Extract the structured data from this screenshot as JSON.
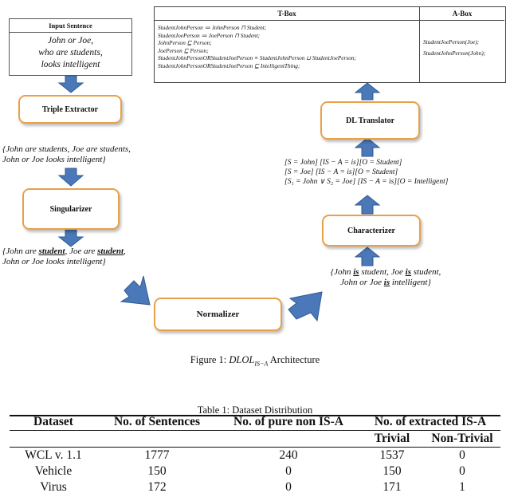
{
  "diagram": {
    "input_box": {
      "title": "Input Sentence",
      "lines": [
        "John or Joe,",
        "who are students,",
        "looks intelligent"
      ]
    },
    "triple_extractor": "Triple Extractor",
    "triples_text": [
      "{John are students, Joe are students,",
      "John or Joe looks intelligent}"
    ],
    "singularizer": "Singularizer",
    "singular_text": {
      "line1_a": "{John are ",
      "line1_b": "student",
      "line1_c": ", Joe are ",
      "line1_d": "student",
      "line1_e": ",",
      "line2": "John or Joe looks intelligent}"
    },
    "normalizer": "Normalizer",
    "normalized_text": {
      "line1_a": "{John ",
      "line1_b": "is",
      "line1_c": " student, Joe ",
      "line1_d": "is",
      "line1_e": " student,",
      "line2_a": "John or Joe ",
      "line2_b": "is",
      "line2_c": " intelligent}"
    },
    "characterizer": "Characterizer",
    "characterized": [
      "[S = John] [IS − A = is][O = Student]",
      "[S = Joe] [IS − A = is][O = Student]",
      "[S₁ = John ∨ S₂ = Joe] [IS − A = is][O = Intelligent]"
    ],
    "dl_translator": "DL Translator",
    "tbox": {
      "header": "T-Box",
      "lines": [
        "StudentJohnPerson ≔ JohnPerson ⊓ Student;",
        "StudentJoePerson ≔ JoePerson ⊓ Student;",
        "JohnPerson ⊑ Person;",
        "JoePerson ⊑ Person;",
        "StudentJohnPersonORStudentJoePerson ≡ StudentJohnPerson ⊔ StudentJoePerson;",
        "StudentJohnPersonORStudentJoePerson ⊑ IntelligentThing;"
      ]
    },
    "abox": {
      "header": "A-Box",
      "lines": [
        "StudentJoePerson(Joe);",
        "StudentJohnPerson(John);"
      ]
    }
  },
  "figure_caption": {
    "prefix": "Figure 1: ",
    "name": "DLOL",
    "subscript": "IS−A",
    "suffix": " Architecture"
  },
  "table": {
    "caption": "Table 1: Dataset Distribution",
    "headers": [
      "Dataset",
      "No. of Sentences",
      "No. of pure non IS-A",
      "No. of extracted IS-A"
    ],
    "subheaders": [
      "Trivial",
      "Non-Trivial"
    ],
    "rows": [
      [
        "WCL v. 1.1",
        "1777",
        "240",
        "1537",
        "0"
      ],
      [
        "Vehicle",
        "150",
        "0",
        "150",
        "0"
      ],
      [
        "Virus",
        "172",
        "0",
        "171",
        "1"
      ]
    ]
  },
  "colors": {
    "box_border": "#e9a04a",
    "arrow_fill": "#4a78b8",
    "arrow_stroke": "#2f5a94"
  }
}
